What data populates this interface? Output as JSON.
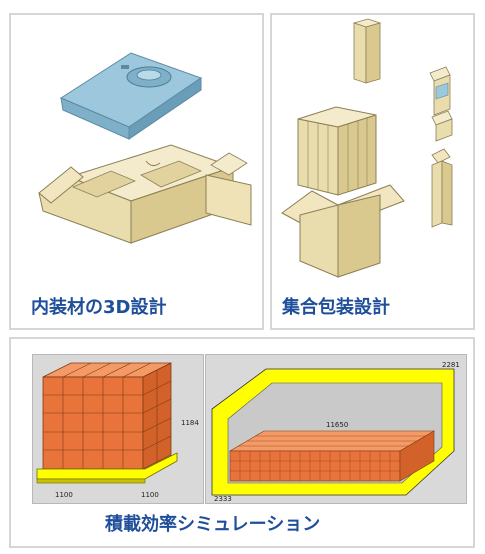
{
  "cards": [
    {
      "id": "interior-3d",
      "link_text": "内装材の3D設計"
    },
    {
      "id": "group-packaging",
      "link_text": "集合包装設計"
    },
    {
      "id": "loading-sim",
      "link_text": "積載効率シミュレーション"
    }
  ],
  "pallet_dimensions": {
    "width": "1100",
    "depth": "1100",
    "height": "1184"
  },
  "container_dimensions": {
    "length": "11650",
    "width": "2333",
    "height": "2281"
  },
  "colors": {
    "link": "#1f4e9a",
    "cardboard": "#e9dcad",
    "product": "#9cc7dc",
    "carton": "#e8743b",
    "container_wall": "#ffff00"
  }
}
